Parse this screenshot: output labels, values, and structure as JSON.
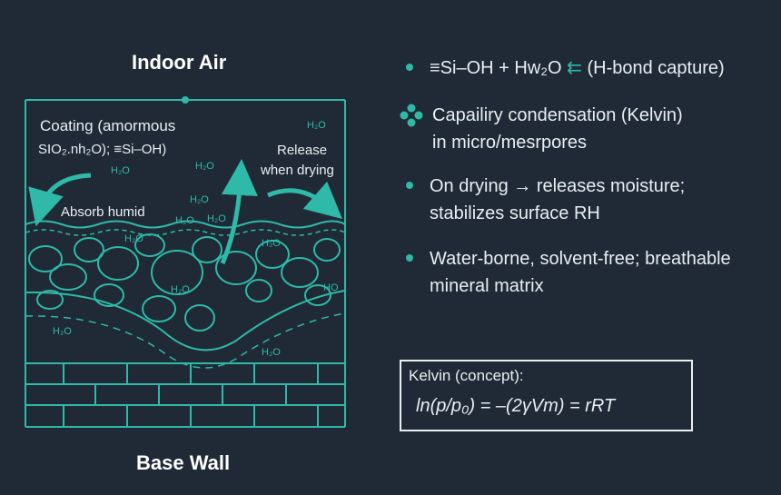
{
  "titles": {
    "top": "Indoor Air",
    "bottom": "Base Wall"
  },
  "diagram": {
    "coating_label_line1": "Coating (amormous",
    "coating_label_line2": "SIO₂.nh₂O); ≡Si–OH)",
    "release_line1": "Release",
    "release_line2": "when drying",
    "absorb_label": "Absorb humid",
    "h2o_labels": [
      "H₂O",
      "H₂O",
      "H₂O",
      "H₂O",
      "H₂O",
      "H₂O",
      "H₂O",
      "H₂O",
      "H₂O",
      "HO",
      "H₂O",
      "H₂O"
    ]
  },
  "bullets": [
    {
      "text": "≡Si–OH + Hw₂O",
      "arrow": "⇇",
      "suffix": " (H-bond capture)"
    },
    {
      "text": "Capailiry condensation (Kelvin)",
      "line2": "in micro/mesrpores"
    },
    {
      "text": "On drying → releases moisture;",
      "line2": "stabilizes surface RH"
    },
    {
      "text": "Water-borne, solvent-free; breathable",
      "line2": "mineral matrix"
    }
  ],
  "kelvin": {
    "title": "Kelvin (concept):",
    "equation": "ln(p/p₀) = –(2γVm) = rRT"
  },
  "colors": {
    "background": "#1f2a36",
    "accent": "#2fb9a8",
    "text": "#e9eef2"
  }
}
